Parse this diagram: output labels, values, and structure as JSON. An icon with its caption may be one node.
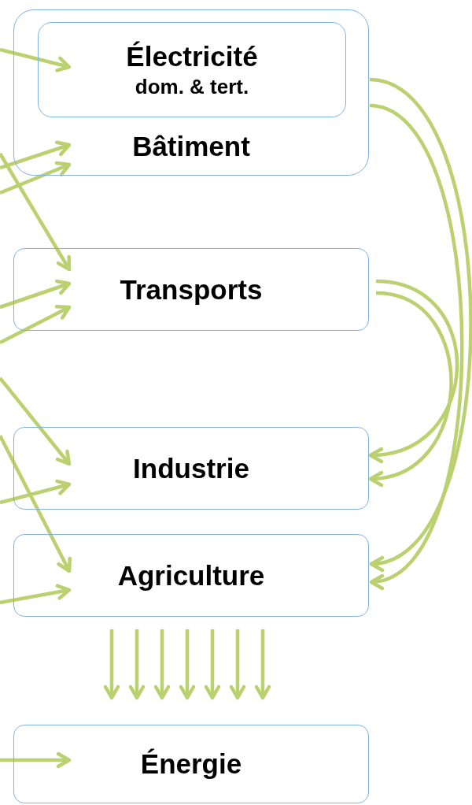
{
  "diagram": {
    "nodes": [
      {
        "text": [
          "Bâtiment"
        ]
      },
      {
        "text": [
          "Électricité",
          "dom. & tert."
        ],
        "in": 0
      },
      {
        "text": [
          "Transports"
        ]
      },
      {
        "text": [
          "Industrie"
        ]
      },
      {
        "text": [
          "Agriculture"
        ]
      },
      {
        "text": [
          "Énergie"
        ]
      }
    ],
    "edges": [
      {
        "from": null,
        "to": 1,
        "arrow": "to"
      },
      {
        "from": null,
        "to": 0,
        "arrow": "to"
      },
      {
        "from": null,
        "to": 0,
        "arrow": "to"
      },
      {
        "from": null,
        "to": 2,
        "arrow": "to"
      },
      {
        "from": null,
        "to": 2,
        "arrow": "to"
      },
      {
        "from": null,
        "to": 2,
        "arrow": "to"
      },
      {
        "from": null,
        "to": 3,
        "arrow": "to"
      },
      {
        "from": null,
        "to": 3,
        "arrow": "to"
      },
      {
        "from": null,
        "to": 4,
        "arrow": "to"
      },
      {
        "from": null,
        "to": 4,
        "arrow": "to"
      },
      {
        "from": null,
        "to": 5,
        "arrow": "to"
      },
      {
        "from": 0,
        "to": 4,
        "arrow": "to"
      },
      {
        "from": 0,
        "to": 4,
        "arrow": "to"
      },
      {
        "from": 2,
        "to": 3,
        "arrow": "to"
      },
      {
        "from": 2,
        "to": 3,
        "arrow": "to"
      },
      {
        "from": 4,
        "to": 5,
        "arrow": "to"
      },
      {
        "from": 4,
        "to": 5,
        "arrow": "to"
      },
      {
        "from": 4,
        "to": 5,
        "arrow": "to"
      },
      {
        "from": 4,
        "to": 5,
        "arrow": "to"
      },
      {
        "from": 4,
        "to": 5,
        "arrow": "to"
      },
      {
        "from": 4,
        "to": 5,
        "arrow": "to"
      },
      {
        "from": 4,
        "to": 5,
        "arrow": "to"
      }
    ]
  }
}
